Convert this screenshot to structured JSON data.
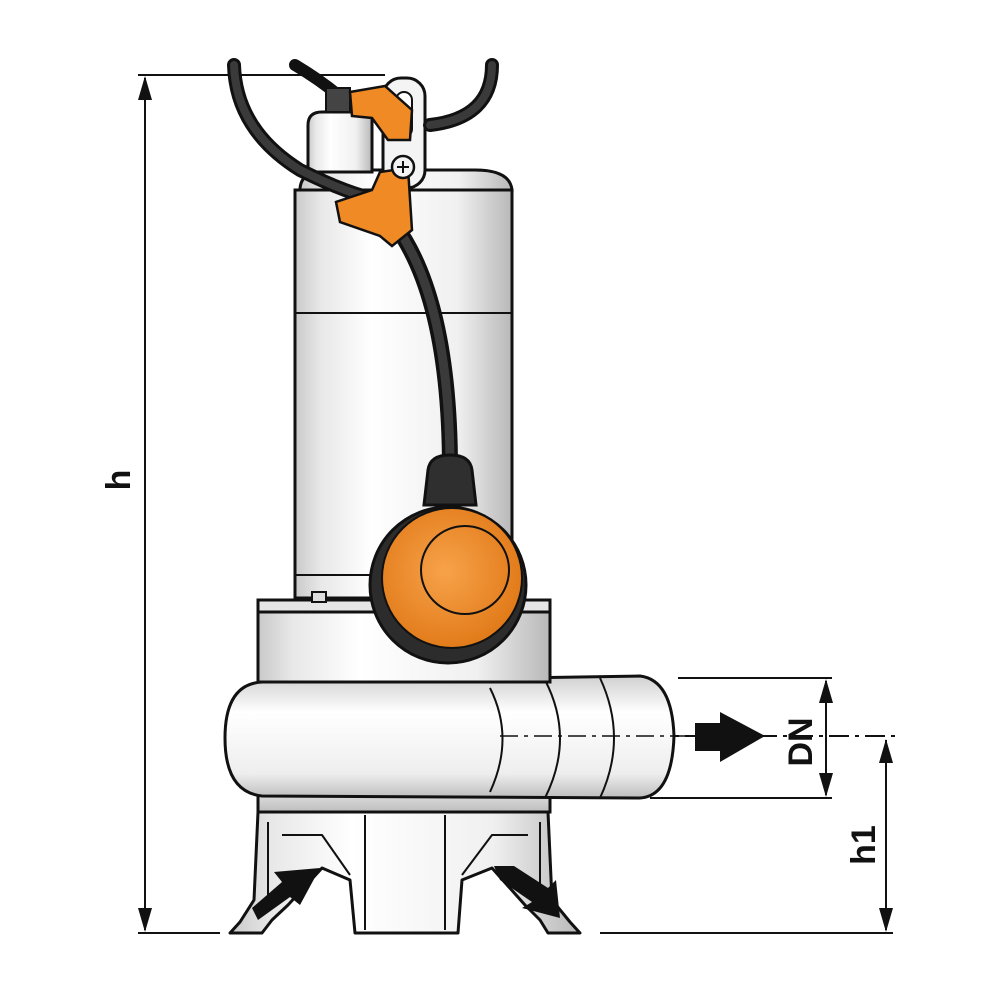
{
  "diagram": {
    "labels": {
      "h": "h",
      "dn": "DN",
      "h1": "h1"
    },
    "colors": {
      "float_orange": "#f08a24",
      "cable": "#3a3a3a",
      "steel_light": "#f2f2f2",
      "steel_shadow": "#bdbdbd",
      "outline": "#111111"
    }
  }
}
